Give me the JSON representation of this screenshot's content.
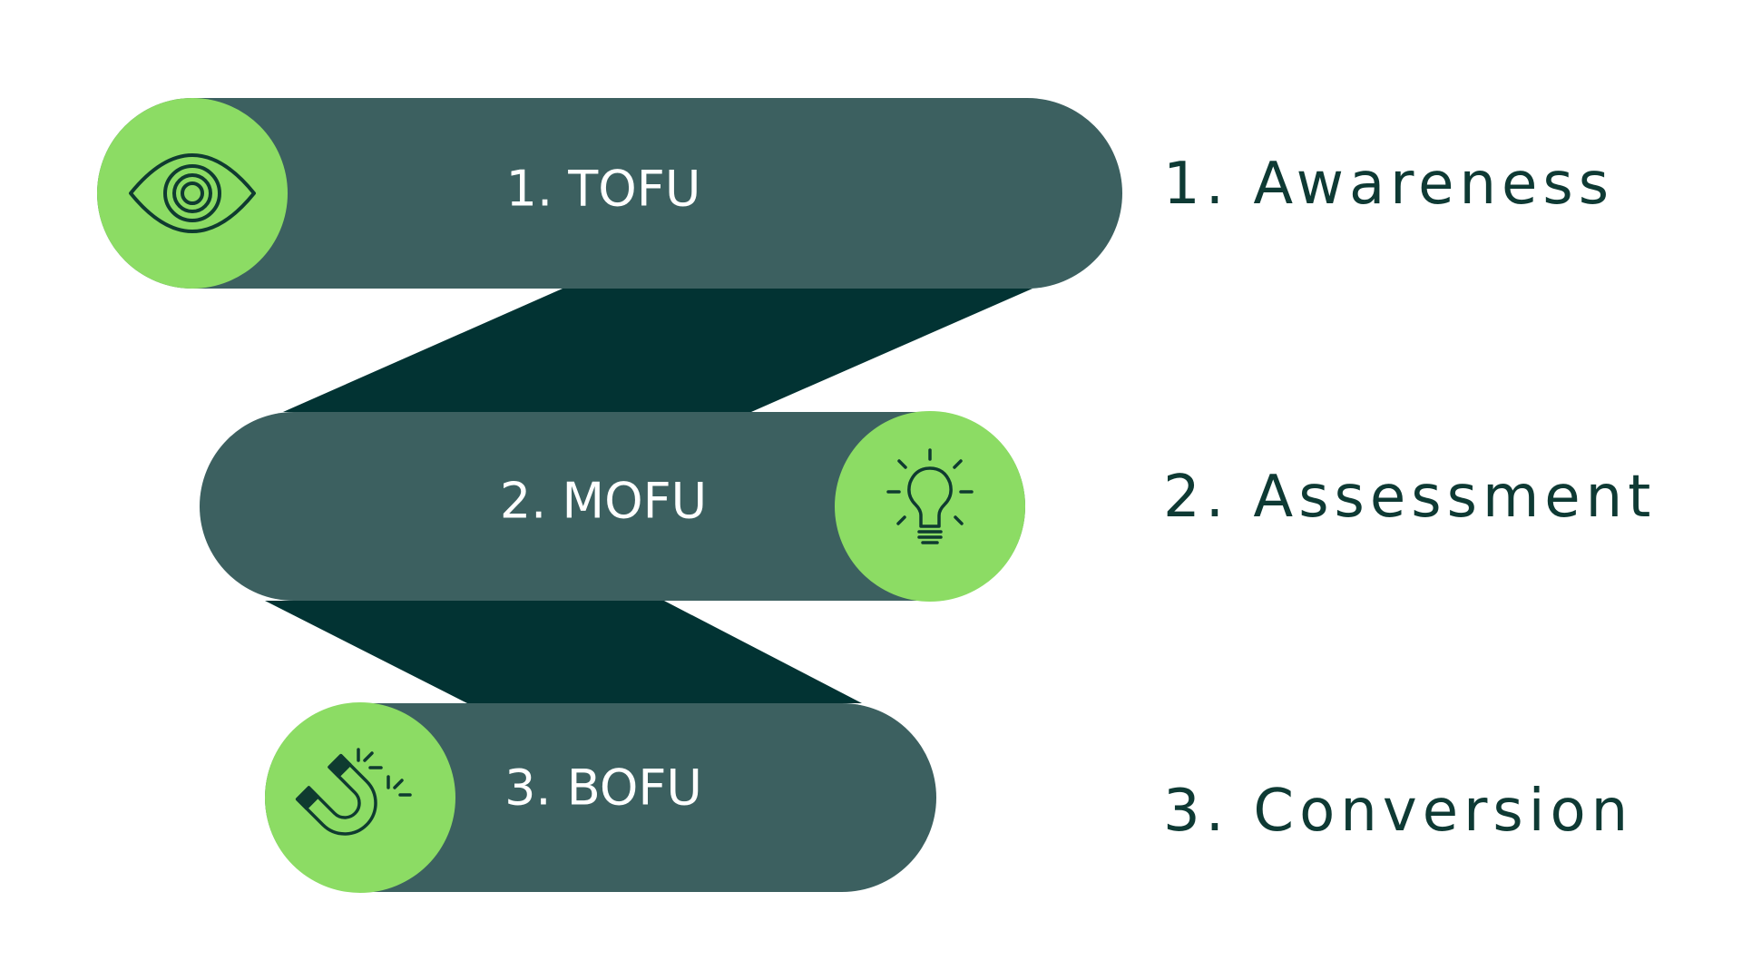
{
  "funnel": {
    "colors": {
      "pill": "#3c6060",
      "connector": "#023333",
      "icon_circle": "#8cdc64",
      "icon_stroke": "#0f3b30",
      "pill_text": "#ffffff",
      "stage_text": "#0e3a34"
    },
    "stages": [
      {
        "pill_label": "1. TOFU",
        "stage_label": "1. Awareness",
        "icon": "eye-icon"
      },
      {
        "pill_label": "2. MOFU",
        "stage_label": "2. Assessment",
        "icon": "lightbulb-icon"
      },
      {
        "pill_label": "3. BOFU",
        "stage_label": "3. Conversion",
        "icon": "magnet-icon"
      }
    ]
  }
}
